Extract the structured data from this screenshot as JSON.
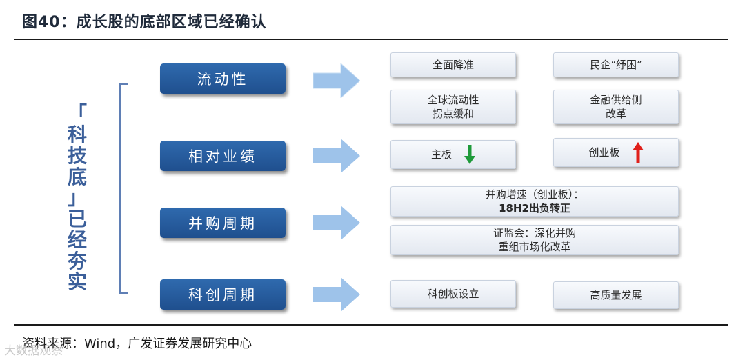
{
  "title": "图40：成长股的底部区域已经确认",
  "side_label_chars": [
    "「",
    "科",
    "技",
    "底",
    "」",
    "已",
    "经",
    "夯",
    "实"
  ],
  "categories": [
    {
      "label": "流动性"
    },
    {
      "label": "相对业绩"
    },
    {
      "label": "并购周期"
    },
    {
      "label": "科创周期"
    }
  ],
  "boxes": {
    "b1": {
      "lines": [
        "全面降准"
      ]
    },
    "b2": {
      "lines": [
        "民企“纾困”"
      ]
    },
    "b3": {
      "lines": [
        "全球流动性",
        "拐点缓和"
      ]
    },
    "b4": {
      "lines": [
        "金融供给侧",
        "改革"
      ]
    },
    "b5": {
      "label": "主板",
      "arrow": "down",
      "arrow_color": "#1e9a3a"
    },
    "b6": {
      "label": "创业板",
      "arrow": "up",
      "arrow_color": "#e0201b"
    },
    "b7": {
      "lines": [
        "并购增速（创业板）：",
        "18H2出负转正"
      ]
    },
    "b8": {
      "lines": [
        "证监会：深化并购",
        "重组市场化改革"
      ]
    },
    "b9": {
      "lines": [
        "科创板设立"
      ]
    },
    "b10": {
      "lines": [
        "高质量发展"
      ]
    }
  },
  "source": "资料来源：Wind，广发证券发展研究中心",
  "watermark": "大数据观察",
  "colors": {
    "category_fill": "#2a5fa0",
    "arrow_fill": "#9ec3ea",
    "bracket": "#5f7fb5",
    "side_label": "#3b5f9a"
  }
}
